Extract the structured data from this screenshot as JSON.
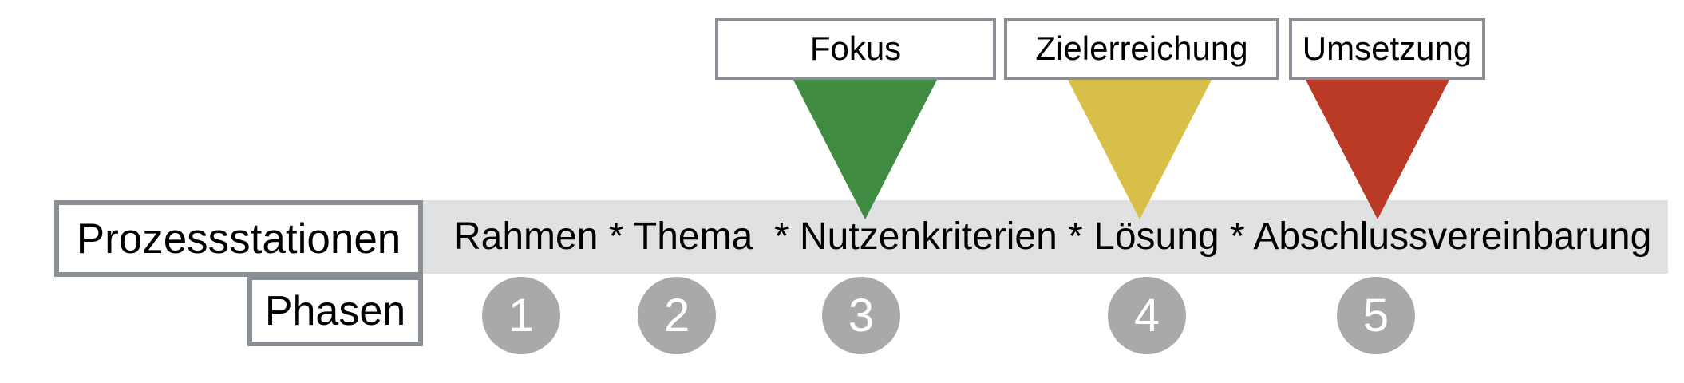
{
  "markers": [
    {
      "label": "Fokus",
      "color": "#3e8b41"
    },
    {
      "label": "Zielerreichung",
      "color": "#d7bf4a"
    },
    {
      "label": "Umsetzung",
      "color": "#bb3a26"
    }
  ],
  "band": {
    "label": "Prozessstationen",
    "text": "Rahmen * Thema  * Nutzenkriterien * Lösung * Abschlussvereinbarung",
    "stations": [
      "Rahmen",
      "Thema",
      "Nutzenkriterien",
      "Lösung",
      "Abschlussvereinbarung"
    ],
    "separator": "*",
    "background": "#e0e1e3"
  },
  "phases": {
    "label": "Phasen",
    "numbers": [
      "1",
      "2",
      "3",
      "4",
      "5"
    ],
    "circle_color": "#a8aaa9"
  },
  "colors": {
    "box_border": "#8a8e95",
    "text": "#000000",
    "number_text": "#ffffff"
  }
}
